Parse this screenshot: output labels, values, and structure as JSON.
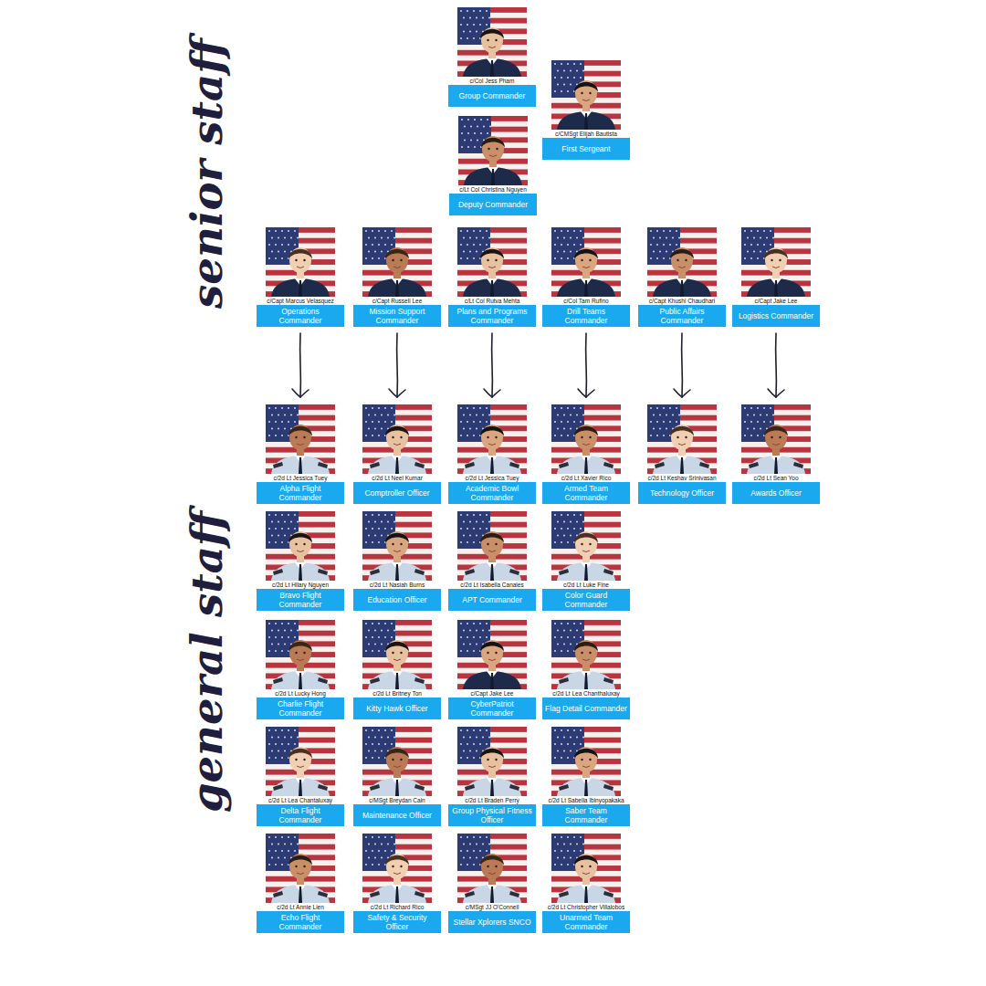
{
  "diagram": {
    "nodes": [
      {
        "text": [
          "c/Col Jess Pham",
          "Group Commander"
        ]
      },
      {
        "text": [
          "c/CMSgt Elijah Bautista",
          "First Sergeant"
        ]
      },
      {
        "text": [
          "c/Lt Col Christina Nguyen",
          "Deputy Commander"
        ]
      },
      {
        "text": [
          "c/Capt Marcus Velasquez",
          "Operations Commander"
        ]
      },
      {
        "text": [
          "c/Capt Russell Lee",
          "Mission Support Commander"
        ]
      },
      {
        "text": [
          "c/Lt Col Rutva Mehta",
          "Plans and Programs Commander"
        ]
      },
      {
        "text": [
          "c/Col Tam Rufino",
          "Drill Teams Commander"
        ]
      },
      {
        "text": [
          "c/Capt Khushi Chaudhari",
          "Public Affairs Commander"
        ]
      },
      {
        "text": [
          "c/Capt Jake Lee",
          "Logistics Commander"
        ]
      },
      {
        "text": [
          "c/2d Lt Jessica Tuey",
          "Alpha Flight Commander"
        ]
      },
      {
        "text": [
          "c/2d Lt Neel Kumar",
          "Comptroller Officer"
        ]
      },
      {
        "text": [
          "c/2d Lt Jessica Tuey",
          "Academic Bowl Commander"
        ]
      },
      {
        "text": [
          "c/2d Lt Xavier Rico",
          "Armed Team Commander"
        ]
      },
      {
        "text": [
          "c/2d Lt Keshav Srinivasan",
          "Technology Officer"
        ]
      },
      {
        "text": [
          "c/2d Lt Sean Yoo",
          "Awards Officer"
        ]
      },
      {
        "text": [
          "c/2d Lt Hilary Nguyen",
          "Bravo Flight Commander"
        ]
      },
      {
        "text": [
          "c/2d Lt Nasiah Burns",
          "Education Officer"
        ]
      },
      {
        "text": [
          "c/2d Lt Isabella Canales",
          "APT Commander"
        ]
      },
      {
        "text": [
          "c/2d Lt Luke Fine",
          "Color Guard Commander"
        ]
      },
      {
        "text": [
          "c/2d Lt Lucky Hong",
          "Charlie Flight Commander"
        ]
      },
      {
        "text": [
          "c/2d Lt Britney Ton",
          "Kitty Hawk Officer"
        ]
      },
      {
        "text": [
          "c/Capt Jake Lee",
          "CyberPatriot Commander"
        ]
      },
      {
        "text": [
          "c/2d Lt Lea Chanthaluxay",
          "Flag Detail Commander"
        ]
      },
      {
        "text": [
          "c/2d Lt Lea Chantaluxay",
          "Delta Flight Commander"
        ]
      },
      {
        "text": [
          "c/MSgt Breydan Cain",
          "Maintenance Officer"
        ]
      },
      {
        "text": [
          "c/2d Lt Braden Perry",
          "Group Physical Fitness Officer"
        ]
      },
      {
        "text": [
          "c/2d Lt Sabella Ibinyopakaka",
          "Saber Team Commander"
        ]
      },
      {
        "text": [
          "c/2d Lt Annie Lien",
          "Echo Flight Commander"
        ]
      },
      {
        "text": [
          "c/2d Lt Richard Rico",
          "Safety & Security Officer"
        ]
      },
      {
        "text": [
          "c/MSgt JJ O'Connell",
          "Stellar Xplorers SNCO"
        ]
      },
      {
        "text": [
          "c/2d Lt Christopher Villalobos",
          "Unarmed Team Commander"
        ]
      }
    ],
    "edges": [
      {
        "from": 3,
        "to": 9,
        "arrow": "to"
      },
      {
        "from": 4,
        "to": 10,
        "arrow": "to"
      },
      {
        "from": 5,
        "to": 11,
        "arrow": "to"
      },
      {
        "from": 6,
        "to": 12,
        "arrow": "to"
      },
      {
        "from": 7,
        "to": 13,
        "arrow": "to"
      },
      {
        "from": 8,
        "to": 14,
        "arrow": "to"
      }
    ],
    "labels": [
      "senior staff",
      "general staff"
    ]
  }
}
